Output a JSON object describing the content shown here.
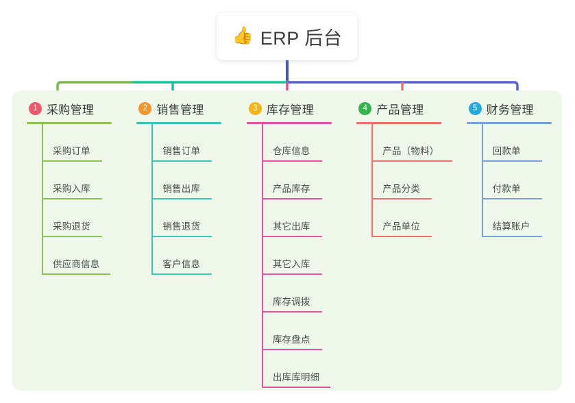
{
  "page": {
    "background_color": "#ffffff",
    "panel_color": "#eef7e9"
  },
  "root": {
    "icon": "thumbs-up-icon",
    "emoji": "👍",
    "title": "ERP 后台"
  },
  "connectors": {
    "stem_color": "#4456c4",
    "bar_left_color": "#7ab648",
    "bar_mid_color": "#16c39a",
    "bar_right_color": "#5a5fd0",
    "drop_colors": [
      "#7ab648",
      "#16c39a",
      "#ec4899",
      "#f2706e",
      "#4a7fd4"
    ]
  },
  "columns": [
    {
      "number": "1",
      "badge_color": "#f2566a",
      "accent_color": "#8cc152",
      "title": "采购管理",
      "items": [
        {
          "label": "采购订单",
          "width": "normal"
        },
        {
          "label": "采购入库",
          "width": "normal"
        },
        {
          "label": "采购退货",
          "width": "normal"
        },
        {
          "label": "供应商信息",
          "width": "mid"
        }
      ]
    },
    {
      "number": "2",
      "badge_color": "#f0962c",
      "accent_color": "#3bc7b4",
      "title": "销售管理",
      "items": [
        {
          "label": "销售订单",
          "width": "normal"
        },
        {
          "label": "销售出库",
          "width": "normal"
        },
        {
          "label": "销售退货",
          "width": "normal"
        },
        {
          "label": "客户信息",
          "width": "normal"
        }
      ]
    },
    {
      "number": "3",
      "badge_color": "#f5b417",
      "accent_color": "#e8539f",
      "title": "库存管理",
      "items": [
        {
          "label": "仓库信息",
          "width": "normal"
        },
        {
          "label": "产品库存",
          "width": "normal"
        },
        {
          "label": "其它出库",
          "width": "normal"
        },
        {
          "label": "其它入库",
          "width": "normal"
        },
        {
          "label": "库存调拨",
          "width": "normal"
        },
        {
          "label": "库存盘点",
          "width": "normal"
        },
        {
          "label": "出库库明细",
          "width": "mid"
        }
      ]
    },
    {
      "number": "4",
      "badge_color": "#34b34a",
      "accent_color": "#f4706e",
      "title": "产品管理",
      "items": [
        {
          "label": "产品（物料）",
          "width": "wide"
        },
        {
          "label": "产品分类",
          "width": "normal"
        },
        {
          "label": "产品单位",
          "width": "normal"
        }
      ]
    },
    {
      "number": "5",
      "badge_color": "#22a9e0",
      "accent_color": "#7b9fdc",
      "title": "财务管理",
      "items": [
        {
          "label": "回款单",
          "width": "normal"
        },
        {
          "label": "付款单",
          "width": "normal"
        },
        {
          "label": "结算账户",
          "width": "normal"
        }
      ]
    }
  ]
}
